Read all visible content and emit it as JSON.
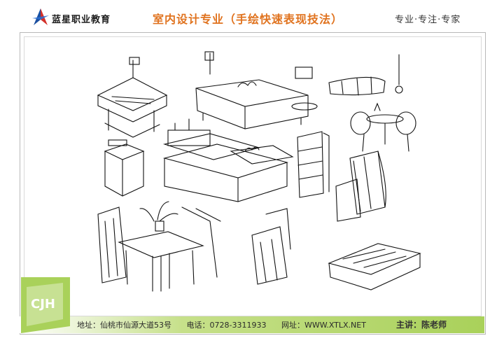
{
  "header": {
    "logo_text": "蓝星职业教育",
    "title": "室内设计专业（手绘快速表现技法）",
    "slogan": "专业·专注·专家"
  },
  "corner": {
    "text": "CJH"
  },
  "footer": {
    "address": "地址：仙桃市仙源大道53号",
    "phone": "电话：0728-3311933",
    "website": "网址：WWW.XTLX.NET",
    "lecturer": "主讲：陈老师"
  },
  "colors": {
    "title_orange": "#e0731f",
    "accent_green": "#a9d15a",
    "logo_blue": "#1b4fa0",
    "logo_red": "#d3302a"
  }
}
